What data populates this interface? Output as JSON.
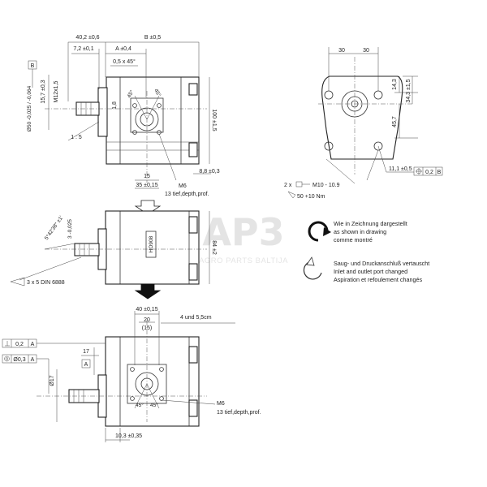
{
  "view_top": {
    "dim_40_2": "40,2 ±0,6",
    "dim_B": "B ±0,5",
    "dim_A": "A ±0,4",
    "dim_7_2": "7,2 ±0,1",
    "dim_chamfer": "0,5 x 45°",
    "dim_15_7": "15,7 ±0,3",
    "thread": "M12x1,5",
    "dim_1_8": "1,8",
    "dim_50": "Ø50 -0,025 / -0,064",
    "taper": "1 : 5",
    "dim_100": "100 ±1,5",
    "dim_15": "15",
    "dim_35": "35 ±0,15",
    "dim_8_8": "8,8 ±0,3",
    "hole_M6": "M6",
    "hole_depth": "13 tief,depth,prof.",
    "angle_45a": "45°",
    "angle_45b": "45°",
    "datum_B": "B"
  },
  "view_side": {
    "dim_30a": "30",
    "dim_30b": "30",
    "dim_14_3": "14,3",
    "dim_34_3": "34,3 ±1,5",
    "dim_45_7": "45,7",
    "screws": "2 x",
    "screw_spec": "M10 - 10.9",
    "torque": "50 +10 Nm",
    "dim_11_1": "11,1 ±0,5",
    "position_tol": "0,2",
    "position_datum": "B"
  },
  "view_middle": {
    "dim_84": "84 ±2",
    "angle_spec": "5°42'38\" ±1'",
    "dim_3": "3 -0,025",
    "key": "3 x 5 DIN 6888",
    "label_plate": "HO908"
  },
  "view_bottom": {
    "dim_40": "40 ±0,15",
    "dim_20": "20",
    "dim_15p": "(15)",
    "port_note": "4 und 5,5cm",
    "tol_perp": "0,2",
    "tol_perp_datum": "A",
    "tol_circ": "Ø0,3",
    "tol_circ_datum": "A",
    "dim_17v": "17",
    "dim_17d": "Ø17",
    "datum_A": "A",
    "dim_10_3": "10,3 ±0,35",
    "hole_M6": "M6",
    "hole_depth": "13 tief,depth,prof.",
    "angle_45a": "45°",
    "angle_45b": "45°"
  },
  "legend": {
    "rotation_de": "Wie in Zeichnung dargestellt",
    "rotation_en": "as shown in drawing",
    "rotation_fr": "comme montré",
    "ports_de": "Saug- und Druckanschluß vertauscht",
    "ports_en": "Inlet and outlet port changed",
    "ports_fr": "Aspiration et refoulement changés"
  },
  "watermark": {
    "logo": "AP3",
    "company": "AGRO PARTS BALTIJA"
  },
  "colors": {
    "line": "#222222",
    "watermark": "#cfcfcf"
  }
}
